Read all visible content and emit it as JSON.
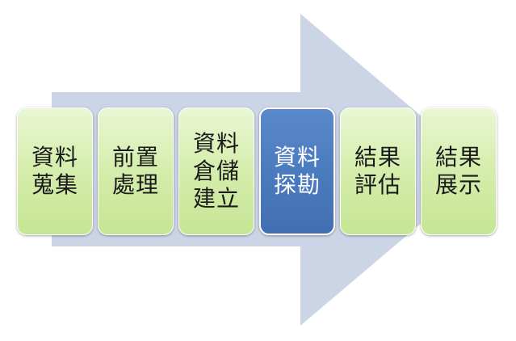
{
  "diagram": {
    "steps": [
      {
        "label": "資料\n蒐集",
        "active": false
      },
      {
        "label": "前置\n處理",
        "active": false
      },
      {
        "label": "資料\n倉儲\n建立",
        "active": false
      },
      {
        "label": "資料\n探勘",
        "active": true
      },
      {
        "label": "結果\n評估",
        "active": false
      },
      {
        "label": "結果\n展示",
        "active": false
      }
    ],
    "colors": {
      "arrow": "#ccd5e6",
      "step_fill": "#d6eeae",
      "active_fill": "#4b7bbf",
      "text": "#1a1a1a",
      "active_text": "#ffffff"
    }
  }
}
